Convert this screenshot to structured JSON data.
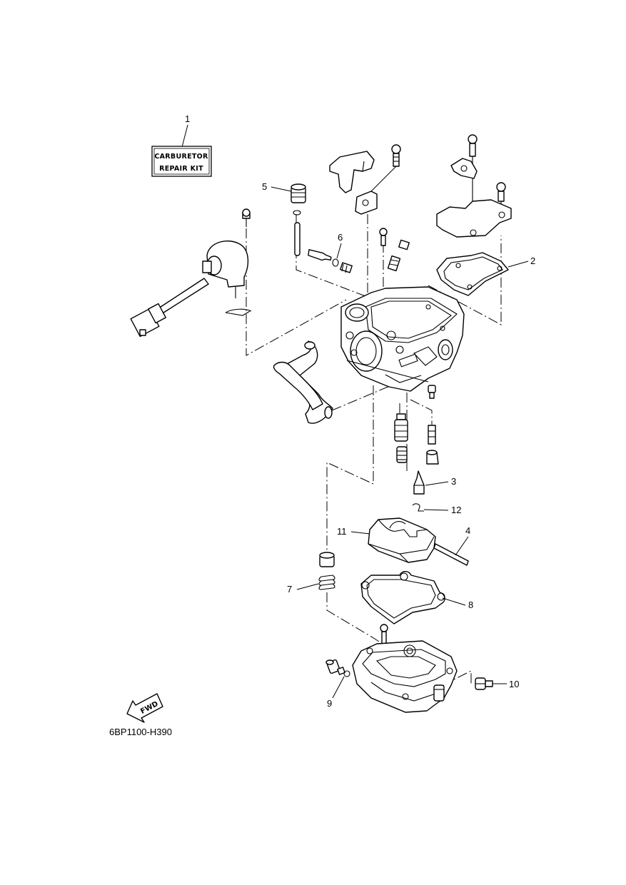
{
  "repair_kit": {
    "line1": "CARBURETOR",
    "line2": "REPAIR KIT"
  },
  "callouts": [
    "1",
    "2",
    "3",
    "4",
    "5",
    "6",
    "7",
    "8",
    "9",
    "10",
    "11",
    "12"
  ],
  "fwd_label": "FWD",
  "diagram_code": "6BP1100-H390"
}
